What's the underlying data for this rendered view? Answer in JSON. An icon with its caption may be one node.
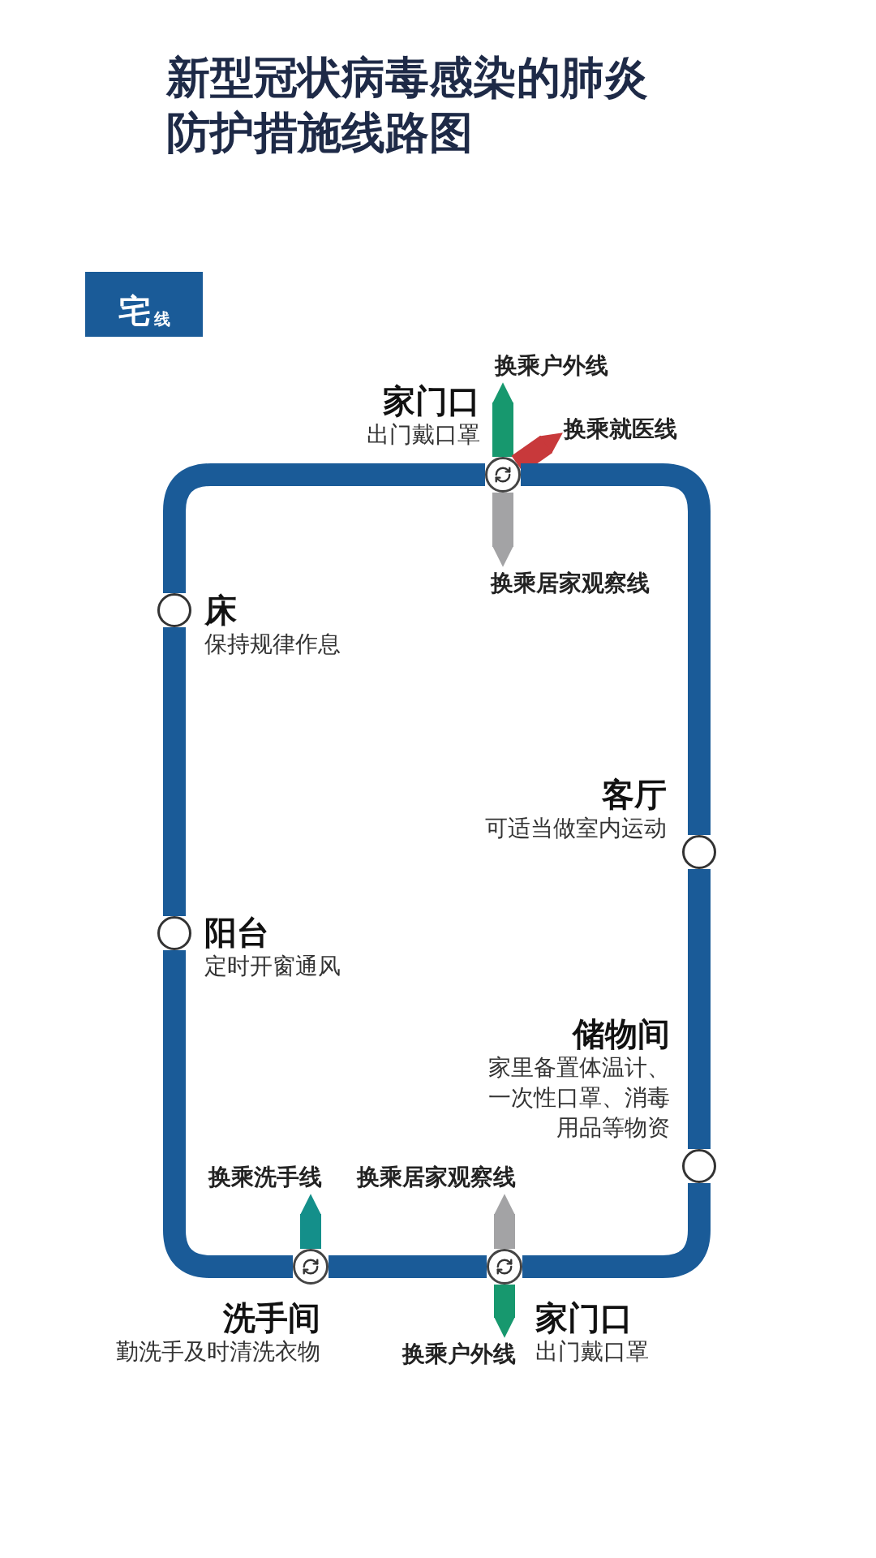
{
  "diagram": {
    "title": "新型冠状病毒感染的肺炎防护措施线路图",
    "nodes": [
      {
        "text": [
          "宅",
          "线"
        ]
      },
      {
        "text": [
          "换乘户外线"
        ]
      },
      {
        "text": [],
        "shape": "circle",
        "beside": [
          "家门口",
          "出门戴口罩"
        ]
      },
      {
        "text": [
          "换乘就医线"
        ]
      },
      {
        "text": [
          "换乘居家观察线"
        ]
      },
      {
        "text": [],
        "shape": "circle",
        "beside": [
          "床",
          "保持规律作息"
        ]
      },
      {
        "text": [],
        "shape": "circle",
        "beside": [
          "客厅",
          "可适当做室内运动"
        ]
      },
      {
        "text": [],
        "shape": "circle",
        "beside": [
          "阳台",
          "定时开窗通风"
        ]
      },
      {
        "text": [],
        "shape": "circle",
        "beside": [
          "储物间",
          "家里备置体温计、一次性口罩、消毒用品等物资"
        ]
      },
      {
        "text": [
          "换乘洗手线"
        ]
      },
      {
        "text": [
          "换乘居家观察线"
        ]
      },
      {
        "text": [],
        "shape": "circle",
        "beside": [
          "洗手间",
          "勤洗手及时清洗衣物"
        ]
      },
      {
        "text": [],
        "shape": "circle",
        "beside": [
          "家门口",
          "出门戴口罩"
        ]
      },
      {
        "text": [
          "换乘户外线"
        ]
      }
    ],
    "edges": [
      {
        "from": 2,
        "to": 1,
        "arrow": "to",
        "color": "#17986e"
      },
      {
        "from": 2,
        "to": 3,
        "arrow": "to",
        "color": "#c8393b"
      },
      {
        "from": 2,
        "to": 4,
        "arrow": "to",
        "color": "#a3a3a5"
      },
      {
        "from": 12,
        "to": 10,
        "arrow": "to",
        "color": "#a3a3a5"
      },
      {
        "from": 12,
        "to": 13,
        "arrow": "to",
        "color": "#17986e"
      },
      {
        "from": 11,
        "to": 9,
        "arrow": "to",
        "color": "#148f8a"
      },
      {
        "from": 2,
        "to": 6,
        "arrow": "none",
        "color": "#1a5b98"
      },
      {
        "from": 6,
        "to": 8,
        "arrow": "none",
        "color": "#1a5b98"
      },
      {
        "from": 8,
        "to": 12,
        "arrow": "none",
        "color": "#1a5b98"
      },
      {
        "from": 12,
        "to": 11,
        "arrow": "none",
        "color": "#1a5b98"
      },
      {
        "from": 11,
        "to": 7,
        "arrow": "none",
        "color": "#1a5b98"
      },
      {
        "from": 7,
        "to": 5,
        "arrow": "none",
        "color": "#1a5b98"
      },
      {
        "from": 5,
        "to": 2,
        "arrow": "none",
        "color": "#1a5b98"
      }
    ]
  }
}
